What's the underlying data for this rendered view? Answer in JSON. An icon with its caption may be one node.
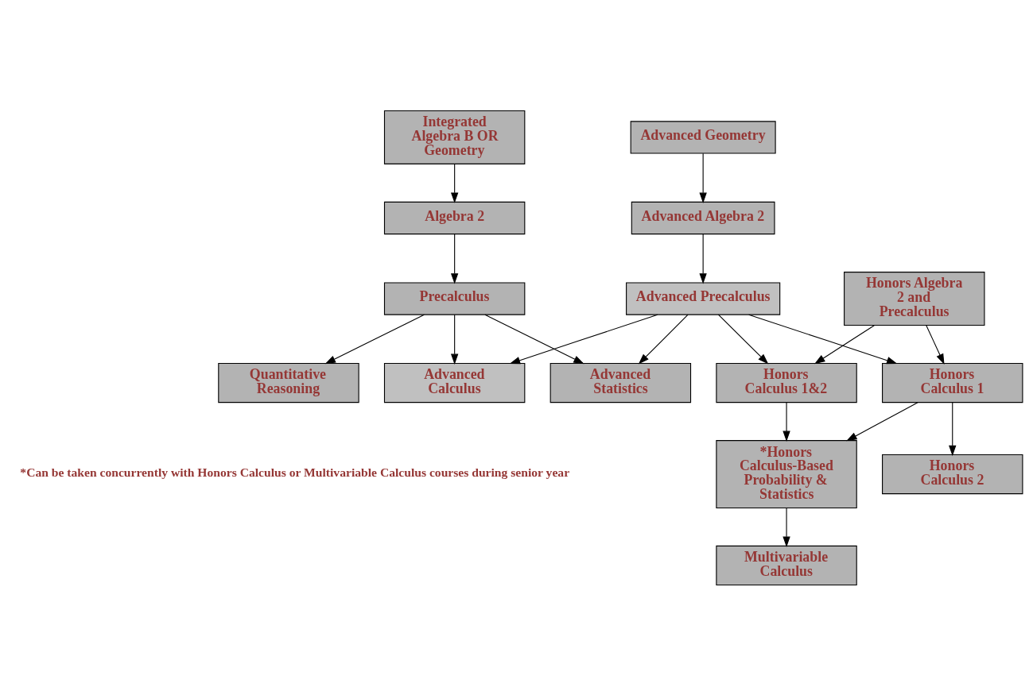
{
  "diagram": {
    "nodes": [
      {
        "text": [
          "Integrated Algebra B OR Geometry"
        ]
      },
      {
        "text": [
          "Advanced Geometry"
        ]
      },
      {
        "text": [
          "Algebra 2"
        ]
      },
      {
        "text": [
          "Advanced Algebra 2"
        ]
      },
      {
        "text": [
          "Honors Algebra 2 and Precalculus"
        ]
      },
      {
        "text": [
          "Precalculus"
        ]
      },
      {
        "text": [
          "Advanced Precalculus"
        ]
      },
      {
        "text": [
          "Honors Calculus 1"
        ]
      },
      {
        "text": [
          "Honors Calculus 1&2"
        ]
      },
      {
        "text": [
          "Quantitative Reasoning"
        ]
      },
      {
        "text": [
          "Advanced Statistics"
        ]
      },
      {
        "text": [
          "Advanced Calculus"
        ]
      },
      {
        "text": [
          "Honors Calculus 2"
        ]
      },
      {
        "text": [
          "*Honors Calculus-Based Probability & Statistics"
        ]
      },
      {
        "text": [
          "Multivariable Calculus"
        ]
      }
    ],
    "edges": [
      {
        "from": 0,
        "to": 2,
        "arrow": "to"
      },
      {
        "from": 1,
        "to": 3,
        "arrow": "to"
      },
      {
        "from": 2,
        "to": 5,
        "arrow": "to"
      },
      {
        "from": 3,
        "to": 6,
        "arrow": "to"
      },
      {
        "from": 5,
        "to": 9,
        "arrow": "to"
      },
      {
        "from": 5,
        "to": 10,
        "arrow": "to"
      },
      {
        "from": 5,
        "to": 11,
        "arrow": "to"
      },
      {
        "from": 6,
        "to": 10,
        "arrow": "to"
      },
      {
        "from": 6,
        "to": 11,
        "arrow": "to"
      },
      {
        "from": 6,
        "to": 7,
        "arrow": "to"
      },
      {
        "from": 6,
        "to": 8,
        "arrow": "to"
      },
      {
        "from": 4,
        "to": 7,
        "arrow": "to"
      },
      {
        "from": 4,
        "to": 8,
        "arrow": "to"
      },
      {
        "from": 7,
        "to": 12,
        "arrow": "to"
      },
      {
        "from": 7,
        "to": 13,
        "arrow": "to"
      },
      {
        "from": 8,
        "to": 13,
        "arrow": "to"
      },
      {
        "from": 13,
        "to": 14,
        "arrow": "to"
      }
    ],
    "labels": [
      "*Can be taken concurrently with Honors Calculus or Multivariable Calculus courses during senior year"
    ]
  }
}
